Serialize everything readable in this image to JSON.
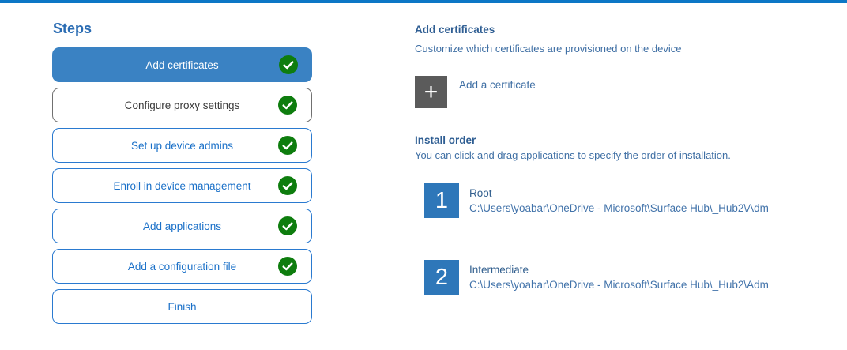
{
  "colors": {
    "topbar": "#0c77c6",
    "selected_bg": "#3a82c3",
    "step_border": "#2a7ad0",
    "step_text": "#1a70c8",
    "visited_border": "#707070",
    "visited_text": "#3c3c3c",
    "green": "#0e7d0e",
    "steps_title": "#2a6cb3",
    "steel_heading": "#2f5e93",
    "steel_body": "#3f6fa4",
    "plus_bg": "#5b5b5b",
    "num_bg": "#2e77b9",
    "item_name": "#33608f",
    "item_path": "#4273aa"
  },
  "sidebar": {
    "title": "Steps",
    "check_icon": "check-icon",
    "steps": [
      {
        "label": "Add certificates",
        "state": "selected",
        "checked": true
      },
      {
        "label": "Configure proxy settings",
        "state": "visited",
        "checked": true
      },
      {
        "label": "Set up device admins",
        "state": "normal",
        "checked": true
      },
      {
        "label": "Enroll in device management",
        "state": "normal",
        "checked": true
      },
      {
        "label": "Add applications",
        "state": "normal",
        "checked": true
      },
      {
        "label": "Add a configuration file",
        "state": "normal",
        "checked": true
      },
      {
        "label": "Finish",
        "state": "normal",
        "checked": false
      }
    ]
  },
  "main": {
    "heading": "Add certificates",
    "subheading": "Customize which certificates are provisioned on the device",
    "add_button": {
      "icon": "plus-icon",
      "glyph": "+",
      "label": "Add a certificate"
    },
    "install_order": {
      "heading": "Install order",
      "description": "You can click and drag applications to specify the order of installation.",
      "items": [
        {
          "number": "1",
          "name": "Root",
          "path": "C:\\Users\\yoabar\\OneDrive - Microsoft\\Surface Hub\\_Hub2\\Adm"
        },
        {
          "number": "2",
          "name": "Intermediate",
          "path": "C:\\Users\\yoabar\\OneDrive - Microsoft\\Surface Hub\\_Hub2\\Adm"
        }
      ]
    }
  }
}
